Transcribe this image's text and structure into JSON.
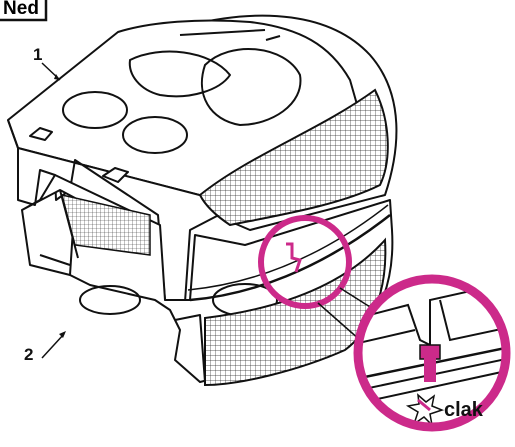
{
  "corner_tag": {
    "text": "Ned"
  },
  "callouts": [
    {
      "number": "1"
    },
    {
      "number": "2"
    }
  ],
  "detail": {
    "sound_label": "clak"
  },
  "colors": {
    "line": "#111111",
    "body_fill": "#ffffff",
    "magnifier": "#cc2a8a",
    "mesh": "#2a2a2a"
  }
}
